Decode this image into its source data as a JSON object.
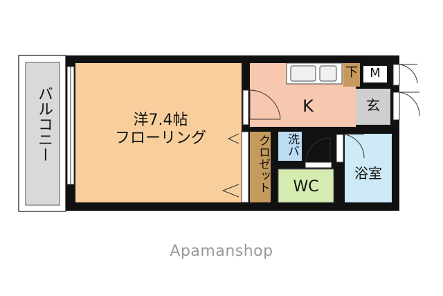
{
  "rooms": {
    "balcony": "バルコニー",
    "western_room": "洋7.4帖",
    "flooring": "フローリング",
    "kitchen": "K",
    "closet": "クロゼット",
    "washer": "洗バ",
    "wc": "WC",
    "bath": "浴室",
    "entrance": "玄",
    "shoe_box": "下",
    "meter": "M"
  },
  "watermark": "Apamanshop",
  "colors": {
    "wall": "#111111",
    "room_orange": "#f8cf9c",
    "kitchen_pink": "#f7c7b0",
    "closet_brown": "#c69a5c",
    "wc_green": "#d4ecb0",
    "bath_blue": "#cdeaf6",
    "washer_blue": "#bcdcf3",
    "entrance_gray": "#cfcfcf",
    "balcony_gray": "#d9d9d9"
  }
}
